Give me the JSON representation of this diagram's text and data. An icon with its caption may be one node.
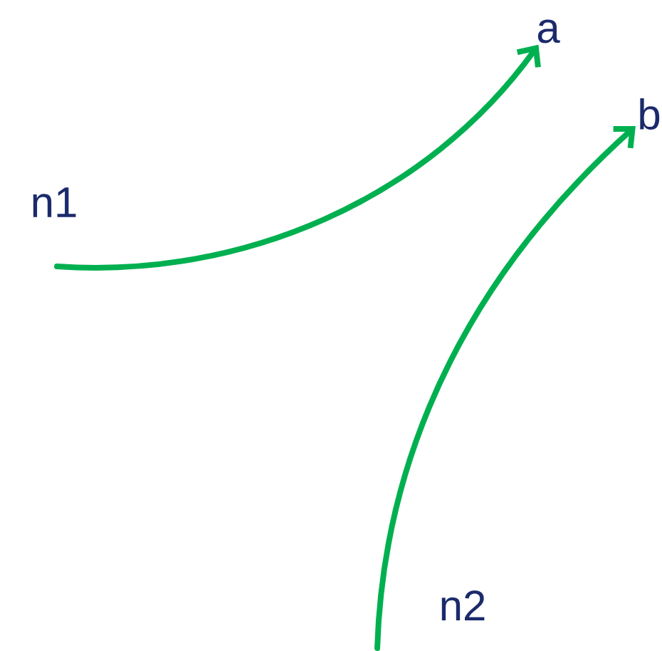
{
  "diagram": {
    "nodes": [
      {
        "text": [
          "a"
        ]
      },
      {
        "text": [
          "b"
        ]
      }
    ],
    "edges": [
      {
        "from": null,
        "to": 0,
        "arrow": "to",
        "label": "n1"
      },
      {
        "from": null,
        "to": 1,
        "arrow": "to",
        "label": "n2"
      }
    ]
  }
}
